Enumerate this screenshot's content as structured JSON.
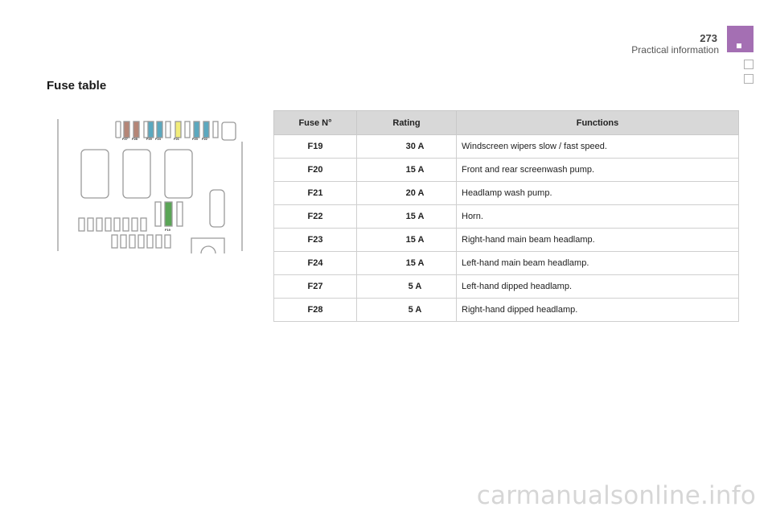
{
  "header": {
    "page_number": "273",
    "section": "Practical information"
  },
  "title": "Fuse table",
  "diagram": {
    "labels": [
      "F27",
      "F28",
      "F20",
      "F24",
      "F21",
      "F23",
      "F22",
      "F19"
    ],
    "colors": {
      "brown": "#b58576",
      "teal": "#5aa8bf",
      "yellow": "#f1ec7a",
      "green": "#5aa556",
      "outline": "#9a9a9a"
    }
  },
  "table": {
    "headers": {
      "fuse": "Fuse N°",
      "rating": "Rating",
      "functions": "Functions"
    },
    "rows": [
      {
        "fuse": "F19",
        "rating": "30 A",
        "function": "Windscreen wipers slow / fast speed."
      },
      {
        "fuse": "F20",
        "rating": "15 A",
        "function": "Front and rear screenwash pump."
      },
      {
        "fuse": "F21",
        "rating": "20 A",
        "function": "Headlamp wash pump."
      },
      {
        "fuse": "F22",
        "rating": "15 A",
        "function": "Horn."
      },
      {
        "fuse": "F23",
        "rating": "15 A",
        "function": "Right-hand main beam headlamp."
      },
      {
        "fuse": "F24",
        "rating": "15 A",
        "function": "Left-hand main beam headlamp."
      },
      {
        "fuse": "F27",
        "rating": "5 A",
        "function": "Left-hand dipped headlamp."
      },
      {
        "fuse": "F28",
        "rating": "5 A",
        "function": "Right-hand dipped headlamp."
      }
    ]
  },
  "watermark": "carmanualsonline.info",
  "accent_color": "#a46fb3"
}
